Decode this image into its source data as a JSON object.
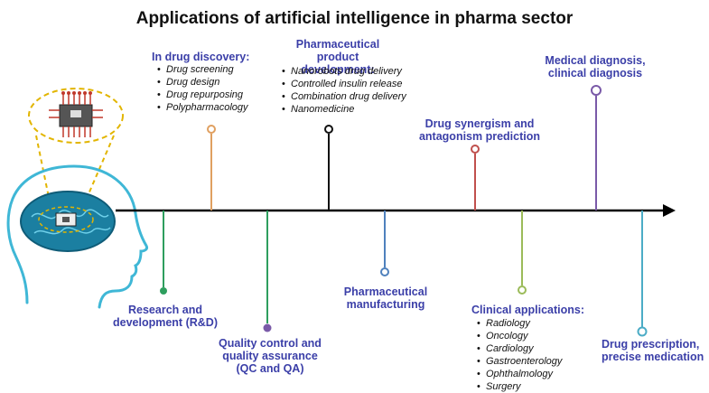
{
  "title": "Applications of  artificial intelligence in pharma sector",
  "colors": {
    "label_text": "#3b3fa8",
    "axis": "#000000",
    "head_outline": "#3fb7d6",
    "chip_dash": "#e2b500"
  },
  "icons": [
    "human-head-outline-icon",
    "brain-icon",
    "microchip-icon"
  ],
  "above": {
    "drug_discovery": {
      "heading": "In drug discovery:",
      "items": [
        "Drug screening",
        "Drug design",
        "Drug repurposing",
        "Polypharmacology"
      ],
      "color": "#e0a060"
    },
    "product_development": {
      "heading_line1": "Pharmaceutical product",
      "heading_line2": "development:",
      "items": [
        "Nanorobots drug delivery",
        "Controlled insulin release",
        "Combination drug delivery",
        "Nanomedicine"
      ],
      "color": "#111111"
    },
    "synergism": {
      "line1": "Drug synergism and",
      "line2": "antagonism prediction",
      "color": "#c0504d"
    },
    "medical_diagnosis": {
      "line1": "Medical diagnosis,",
      "line2": "clinical diagnosis",
      "color": "#7a5aa8"
    }
  },
  "below": {
    "rnd": {
      "line1": "Research and",
      "line2": "development (R&D)",
      "color": "#2e9e5e"
    },
    "qcqa": {
      "line1": "Quality control and",
      "line2": "quality assurance",
      "line3": "(QC and QA)",
      "color": "#7a5aa8"
    },
    "manufacturing": {
      "line1": "Pharmaceutical",
      "line2": "manufacturing",
      "color": "#4f81bd"
    },
    "clinical": {
      "heading": "Clinical applications:",
      "items": [
        "Radiology",
        "Oncology",
        "Cardiology",
        "Gastroenterology",
        "Ophthalmology",
        "Surgery"
      ],
      "color": "#9bbb59"
    },
    "prescription": {
      "line1": "Drug prescription,",
      "line2": "precise medication",
      "color": "#4bacc6"
    }
  }
}
